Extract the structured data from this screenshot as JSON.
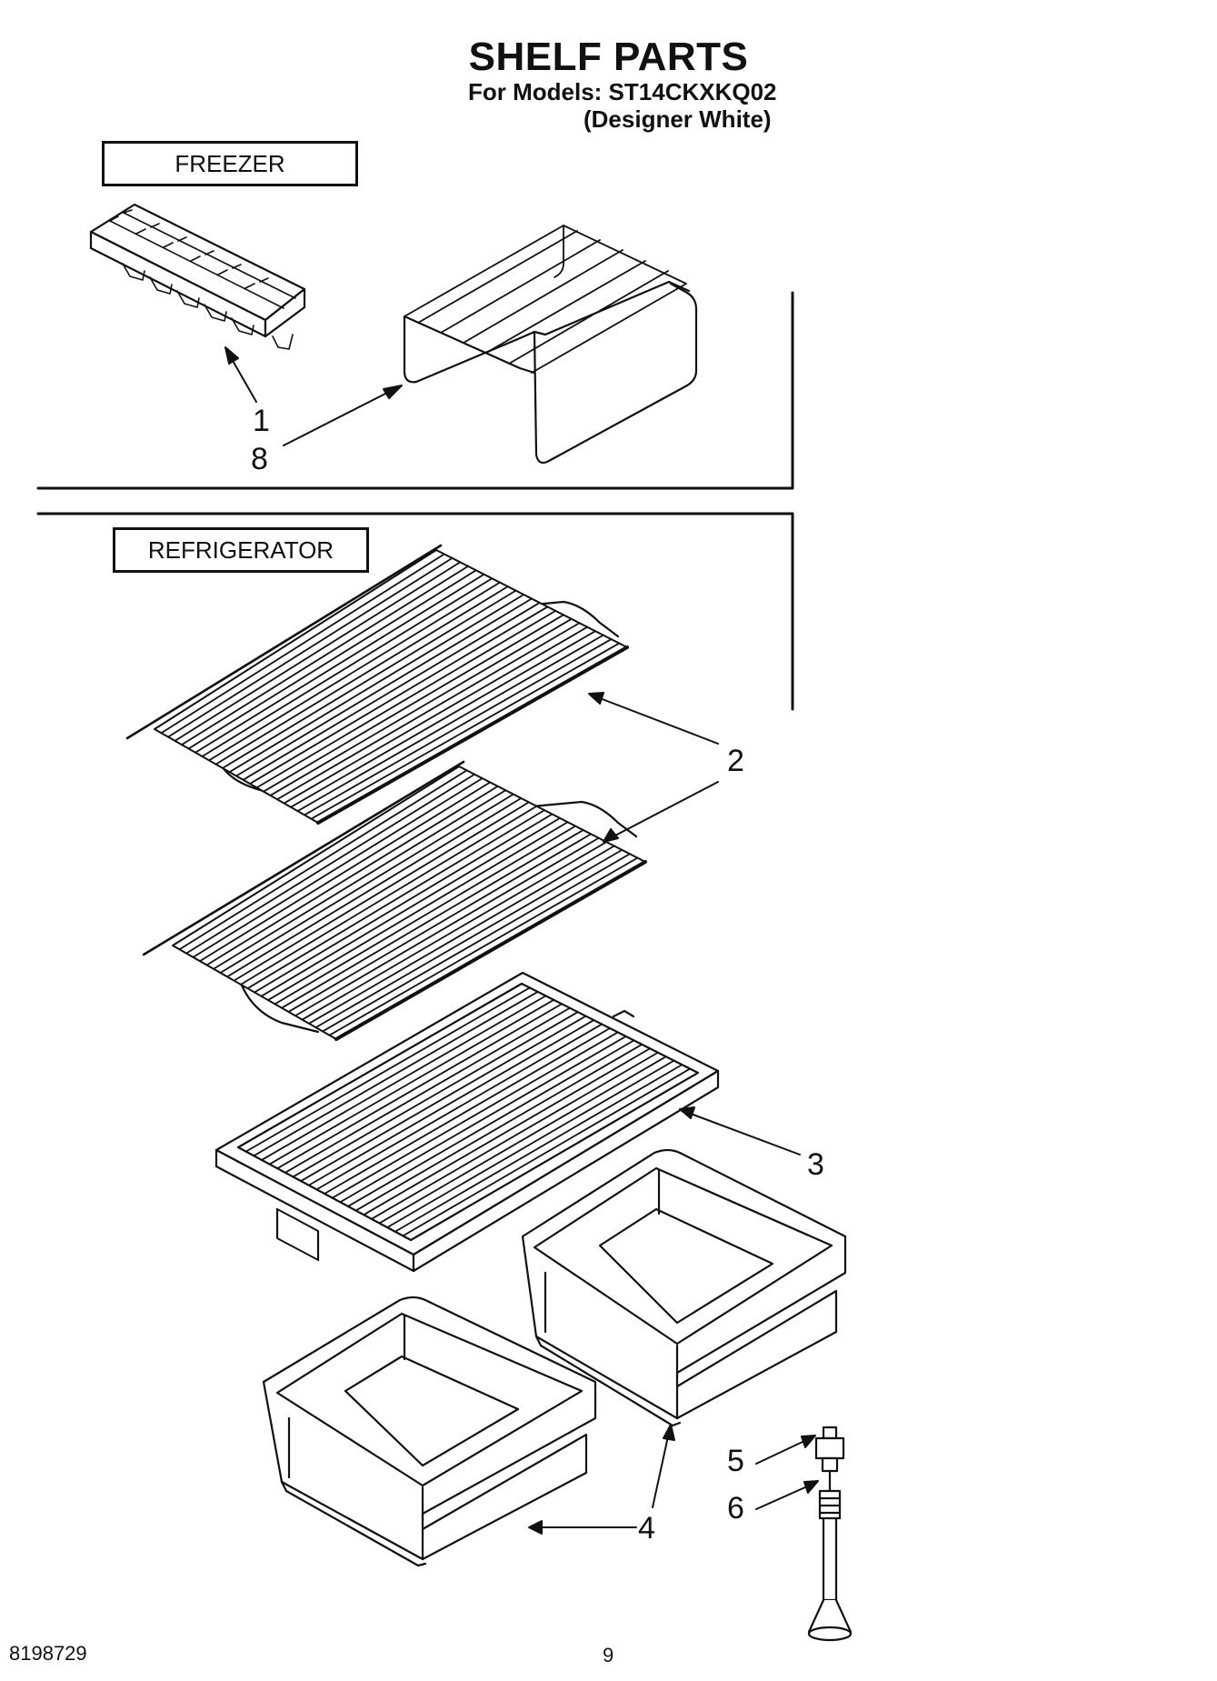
{
  "header": {
    "title": "SHELF PARTS",
    "models_line": "For Models: ST14CKXKQ02",
    "variant_line": "(Designer White)"
  },
  "sections": {
    "freezer_label": "FREEZER",
    "refrigerator_label": "REFRIGERATOR"
  },
  "callouts": {
    "c1": "1",
    "c8": "8",
    "c2": "2",
    "c3": "3",
    "c4": "4",
    "c5": "5",
    "c6": "6"
  },
  "footer": {
    "doc_number": "8198729",
    "page_number": "9"
  }
}
